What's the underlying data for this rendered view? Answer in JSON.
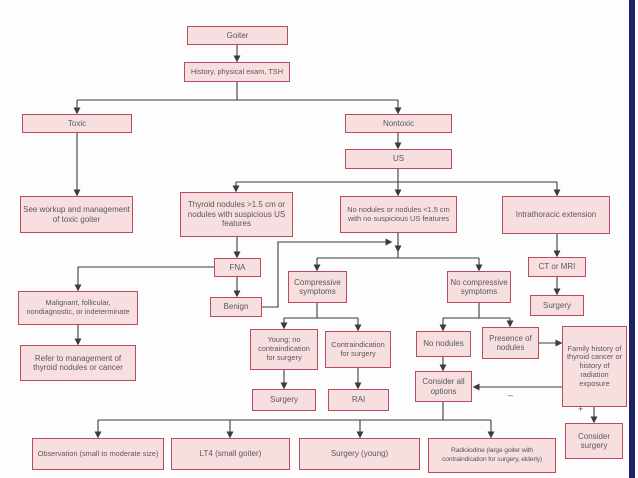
{
  "flowchart": {
    "nodes": {
      "goiter": "Goiter",
      "history_exam": "History, physical exam, TSH",
      "toxic": "Toxic",
      "nontoxic": "Nontoxic",
      "us": "US",
      "toxic_workup": "See workup and management of toxic goiter",
      "nodules_suspicious": "Thyroid nodules >1.5 cm or nodules with suspicious US features",
      "nodules_not_suspicious": "No nodules or nodules <1.5 cm with no suspicious US features",
      "intrathoracic": "Intrathoracic extension",
      "fna": "FNA",
      "benign": "Benign",
      "malignant": "Malignant, follicular, nondiagnostic, or indeterminate",
      "refer_management": "Refer to management of thyroid nodules or cancer",
      "compressive": "Compressive symptoms",
      "no_compressive": "No compressive symptoms",
      "ct_mri": "CT or MRI",
      "surgery_intrathoracic": "Surgery",
      "young_no_contra": "Young; no contraindication for surgery",
      "contraindication": "Contraindication for surgery",
      "surgery_compressive": "Surgery",
      "rai": "RAI",
      "no_nodules": "No nodules",
      "presence_nodules": "Presence of nodules",
      "consider_all": "Consider all options",
      "family_history": "Family history of thyroid cancer or history of radiation exposure",
      "consider_surgery": "Consider surgery",
      "observation": "Observation (small to moderate size)",
      "lt4": "LT4 (small goiter)",
      "surgery_young": "Surgery (young)",
      "radioiodine": "Radioiodine (large goiter with contraindication for surgery, elderly)"
    },
    "edge_labels": {
      "negative": "–",
      "positive": "+"
    },
    "colors": {
      "box_fill": "#f7dfe0",
      "box_border": "#bb4a60",
      "text": "#58585b",
      "line": "#3c3c3c",
      "sidebar": "#1b2366",
      "page_bg": "#fdfdfd"
    }
  }
}
